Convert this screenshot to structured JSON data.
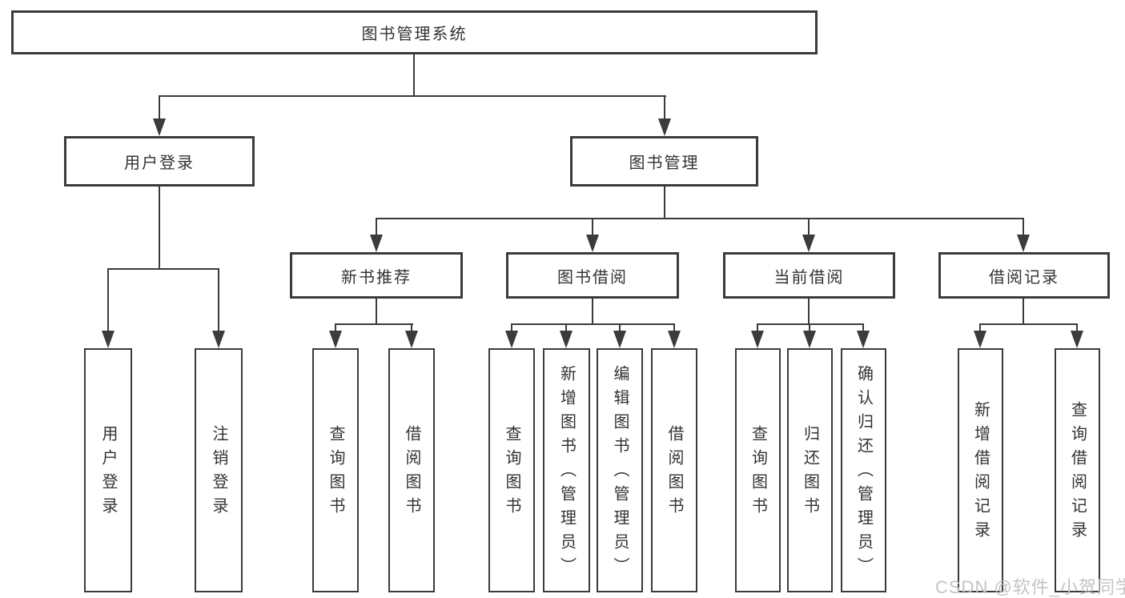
{
  "title": "图书管理系统",
  "tree": {
    "label": "图书管理系统",
    "children": [
      {
        "label": "用户登录",
        "children": [
          {
            "label": "用户登录"
          },
          {
            "label": "注销登录"
          }
        ]
      },
      {
        "label": "图书管理",
        "children": [
          {
            "label": "新书推荐",
            "children": [
              {
                "label": "查询图书"
              },
              {
                "label": "借阅图书"
              }
            ]
          },
          {
            "label": "图书借阅",
            "children": [
              {
                "label": "查询图书"
              },
              {
                "label": "新增图书（管理员）"
              },
              {
                "label": "编辑图书（管理员）"
              },
              {
                "label": "借阅图书"
              }
            ]
          },
          {
            "label": "当前借阅",
            "children": [
              {
                "label": "查询图书"
              },
              {
                "label": "归还图书"
              },
              {
                "label": "确认归还（管理员）"
              }
            ]
          },
          {
            "label": "借阅记录",
            "children": [
              {
                "label": "新增借阅记录"
              },
              {
                "label": "查询借阅记录"
              }
            ]
          }
        ]
      }
    ]
  },
  "watermark": "CSDN @软件_小贺同学",
  "colors": {
    "line": "#3b3b3b",
    "text": "#333333",
    "bg": "#ffffff",
    "watermark": "#c4c4c4"
  }
}
